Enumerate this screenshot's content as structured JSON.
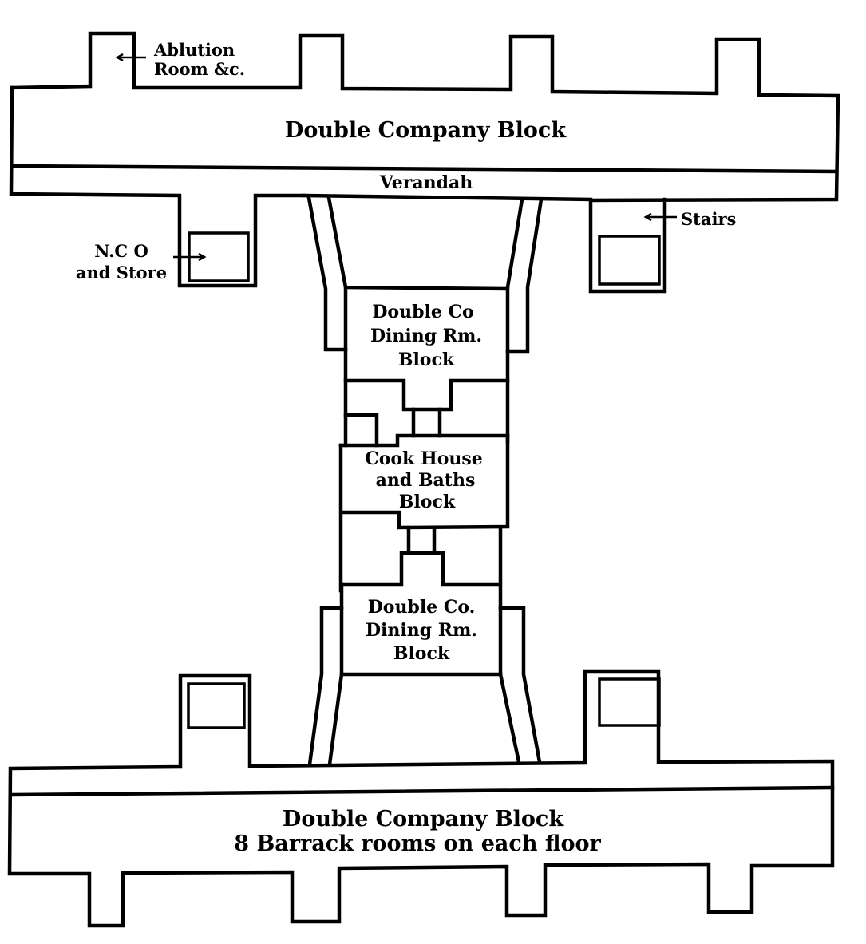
{
  "diagram": {
    "type": "barracks floor plan",
    "colors": {
      "line": "#000000",
      "background": "#ffffff"
    },
    "labels": {
      "top_block": "Double Company Block",
      "verandah": "Verandah",
      "ablution_line1": "Ablution",
      "ablution_line2": "Room &c.",
      "nco_line1": "N.C O",
      "nco_line2": "and Store",
      "stairs": "Stairs",
      "dining_top_line1": "Double Co",
      "dining_top_line2": "Dining Rm.",
      "dining_top_line3": "Block",
      "cook_line1": "Cook House",
      "cook_line2": "and Baths",
      "cook_line3": "Block",
      "dining_bottom_line1": "Double Co.",
      "dining_bottom_line2": "Dining Rm.",
      "dining_bottom_line3": "Block",
      "bottom_block_line1": "Double Company Block",
      "bottom_block_line2": "8 Barrack rooms on each floor"
    }
  }
}
